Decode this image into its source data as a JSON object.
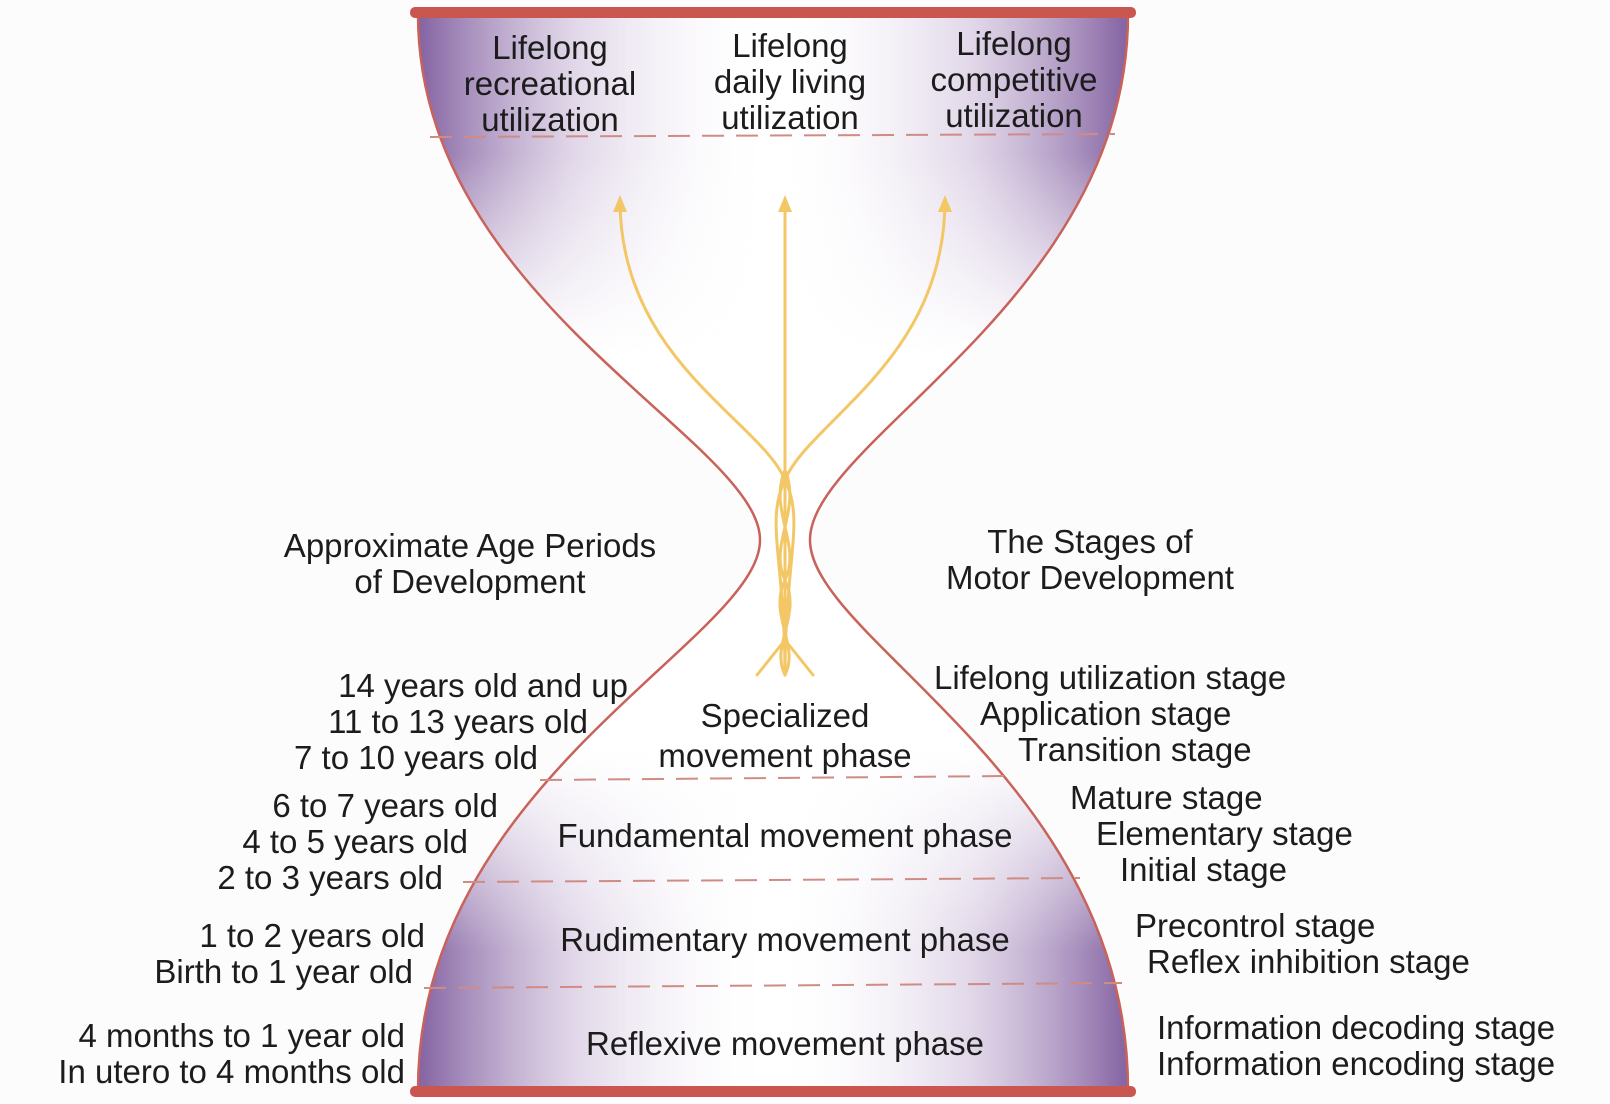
{
  "colors": {
    "hourglass_fill": "#8a6aa6",
    "hourglass_outline": "#c8625a",
    "caps": "#c9574f",
    "dashed_lines": "#cf8c84",
    "arrows": "#f3c766",
    "background": "#fcfcfc"
  },
  "top": {
    "recreational": [
      "Lifelong",
      "recreational",
      "utilization"
    ],
    "daily_living": [
      "Lifelong",
      "daily living",
      "utilization"
    ],
    "competitive": [
      "Lifelong",
      "competitive",
      "utilization"
    ]
  },
  "headings": {
    "age_periods": [
      "Approximate Age Periods",
      "of Development"
    ],
    "stages": [
      "The Stages of",
      "Motor Development"
    ]
  },
  "phases": {
    "specialized": [
      "Specialized",
      "movement phase"
    ],
    "fundamental": "Fundamental movement phase",
    "rudimentary": "Rudimentary movement phase",
    "reflexive": "Reflexive movement phase"
  },
  "ages": {
    "specialized": [
      "14 years old and up",
      "11 to 13 years old",
      "7 to 10 years old"
    ],
    "fundamental": [
      "6 to 7 years old",
      "4 to 5 years old",
      "2 to 3 years old"
    ],
    "rudimentary": [
      "1 to 2 years old",
      "Birth to 1 year old"
    ],
    "reflexive": [
      "4 months to 1 year old",
      "In utero to 4 months old"
    ]
  },
  "stages": {
    "specialized": [
      "Lifelong utilization stage",
      "Application stage",
      "Transition stage"
    ],
    "fundamental": [
      "Mature stage",
      "Elementary stage",
      "Initial stage"
    ],
    "rudimentary": [
      "Precontrol stage",
      "Reflex inhibition stage"
    ],
    "reflexive": [
      "Information decoding stage",
      "Information encoding stage"
    ]
  }
}
